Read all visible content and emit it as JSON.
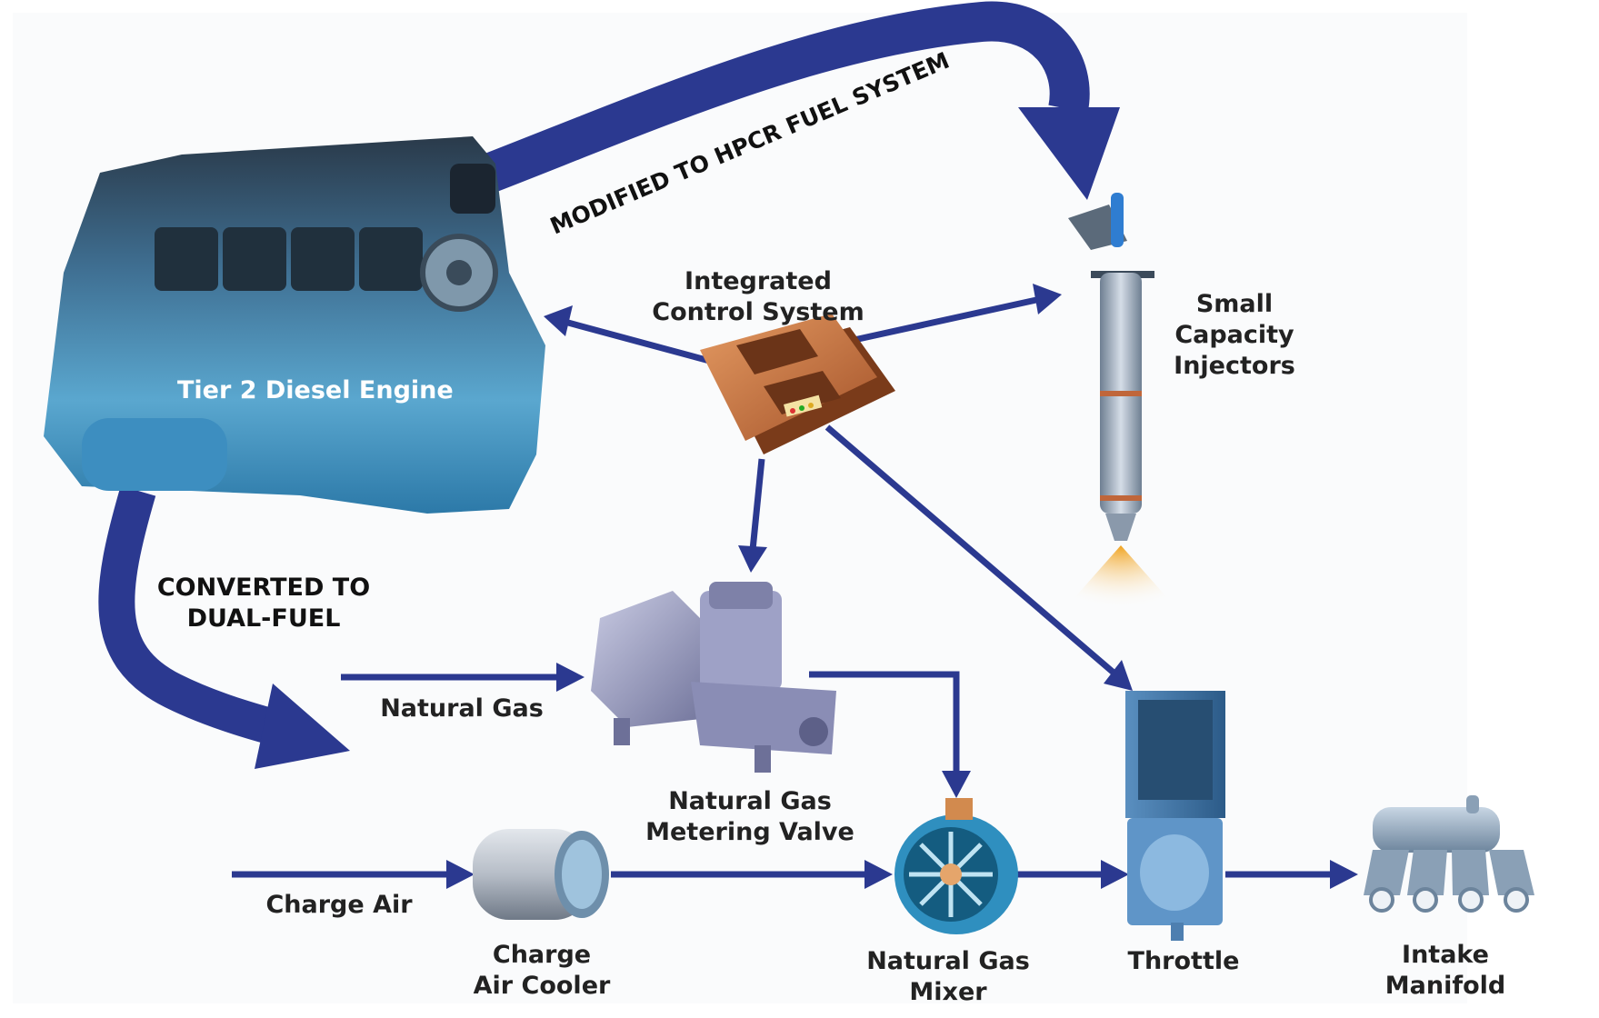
{
  "diagram": {
    "labels": {
      "engine": "Tier 2 Diesel Engine",
      "hpcr": "MODIFIED TO HPCR FUEL SYSTEM",
      "ics_1": "Integrated",
      "ics_2": "Control System",
      "injectors_1": "Small",
      "injectors_2": "Capacity",
      "injectors_3": "Injectors",
      "converted_1": "CONVERTED TO",
      "converted_2": "DUAL-FUEL",
      "natural_gas": "Natural Gas",
      "valve_1": "Natural Gas",
      "valve_2": "Metering Valve",
      "charge_air": "Charge Air",
      "cooler_1": "Charge",
      "cooler_2": "Air Cooler",
      "mixer_1": "Natural Gas",
      "mixer_2": "Mixer",
      "throttle": "Throttle",
      "manifold_1": "Intake",
      "manifold_2": "Manifold"
    },
    "colors": {
      "arrow": "#2b3990",
      "engine_dark": "#1d4e6f",
      "engine_light": "#5aa7cf",
      "ecu": "#c8733c",
      "valve": "#8d90b8",
      "mixer": "#3fa9d6",
      "throttle": "#3a6f9e",
      "injector": "#a9b7c8",
      "manifold": "#9fb2c6",
      "cooler": "#b6bdc7"
    }
  }
}
